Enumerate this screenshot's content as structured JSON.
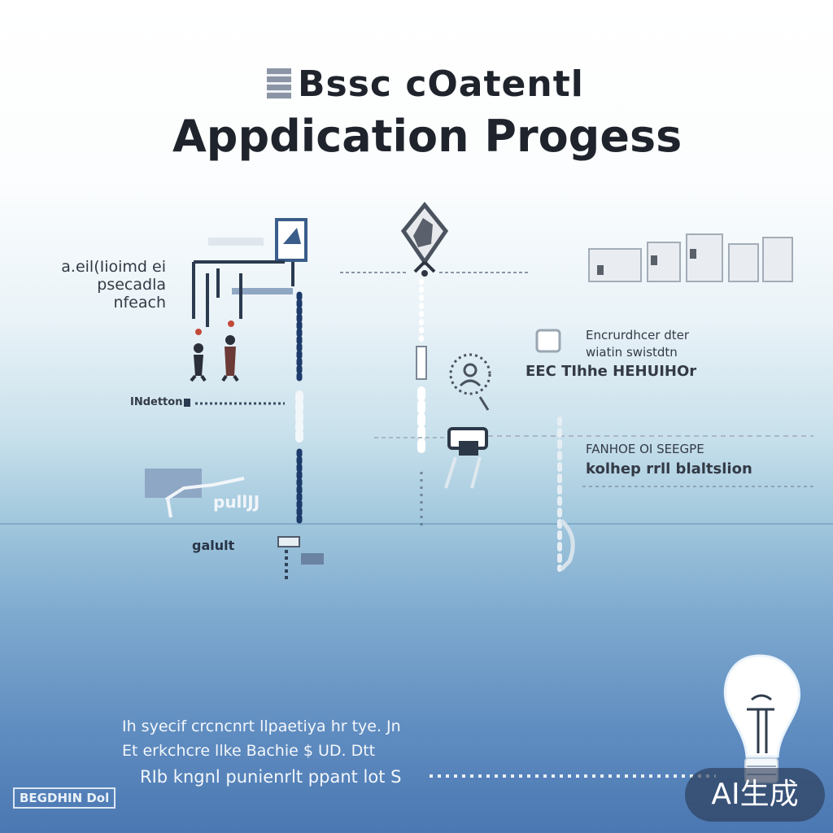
{
  "header": {
    "title_line1": "Bssc cOatentl",
    "title_line2": "Appdication Progess"
  },
  "left_panel": {
    "label_lines": [
      "a.eil(Iioimd ei",
      "psecadla",
      "nfeach"
    ],
    "row_label": "INdetton",
    "box_label": "pullJJ",
    "lower_label": "galult"
  },
  "right_panel": {
    "block1_lines": [
      "Encrurdhcer dter",
      "wiatin swistdtn",
      "EEC TIhhe HEHUIHOr"
    ],
    "block2_lines": [
      "FANHOE OI SEEGPE",
      "kolhep rrll blaltslion"
    ]
  },
  "bottom": {
    "text_lines": [
      "Ih syecif crcncnrt llpaetiya hr tye. Jn",
      "Et erkchcre llke Bachie $ UD. Dtt",
      "RIb kngnl punienrlt ppant lot S"
    ],
    "stamp": "BEGDHIN Dol"
  },
  "watermark": "AI生成",
  "icons": [
    "diamond-hand-icon",
    "flag-icon",
    "gear-person-icon",
    "chair-icon",
    "lightbulb-icon",
    "people-icon",
    "city-skyline-icon"
  ],
  "colors": {
    "navy": "#1c3a6a",
    "text": "#1f242c",
    "sky": "#4b77b2"
  }
}
